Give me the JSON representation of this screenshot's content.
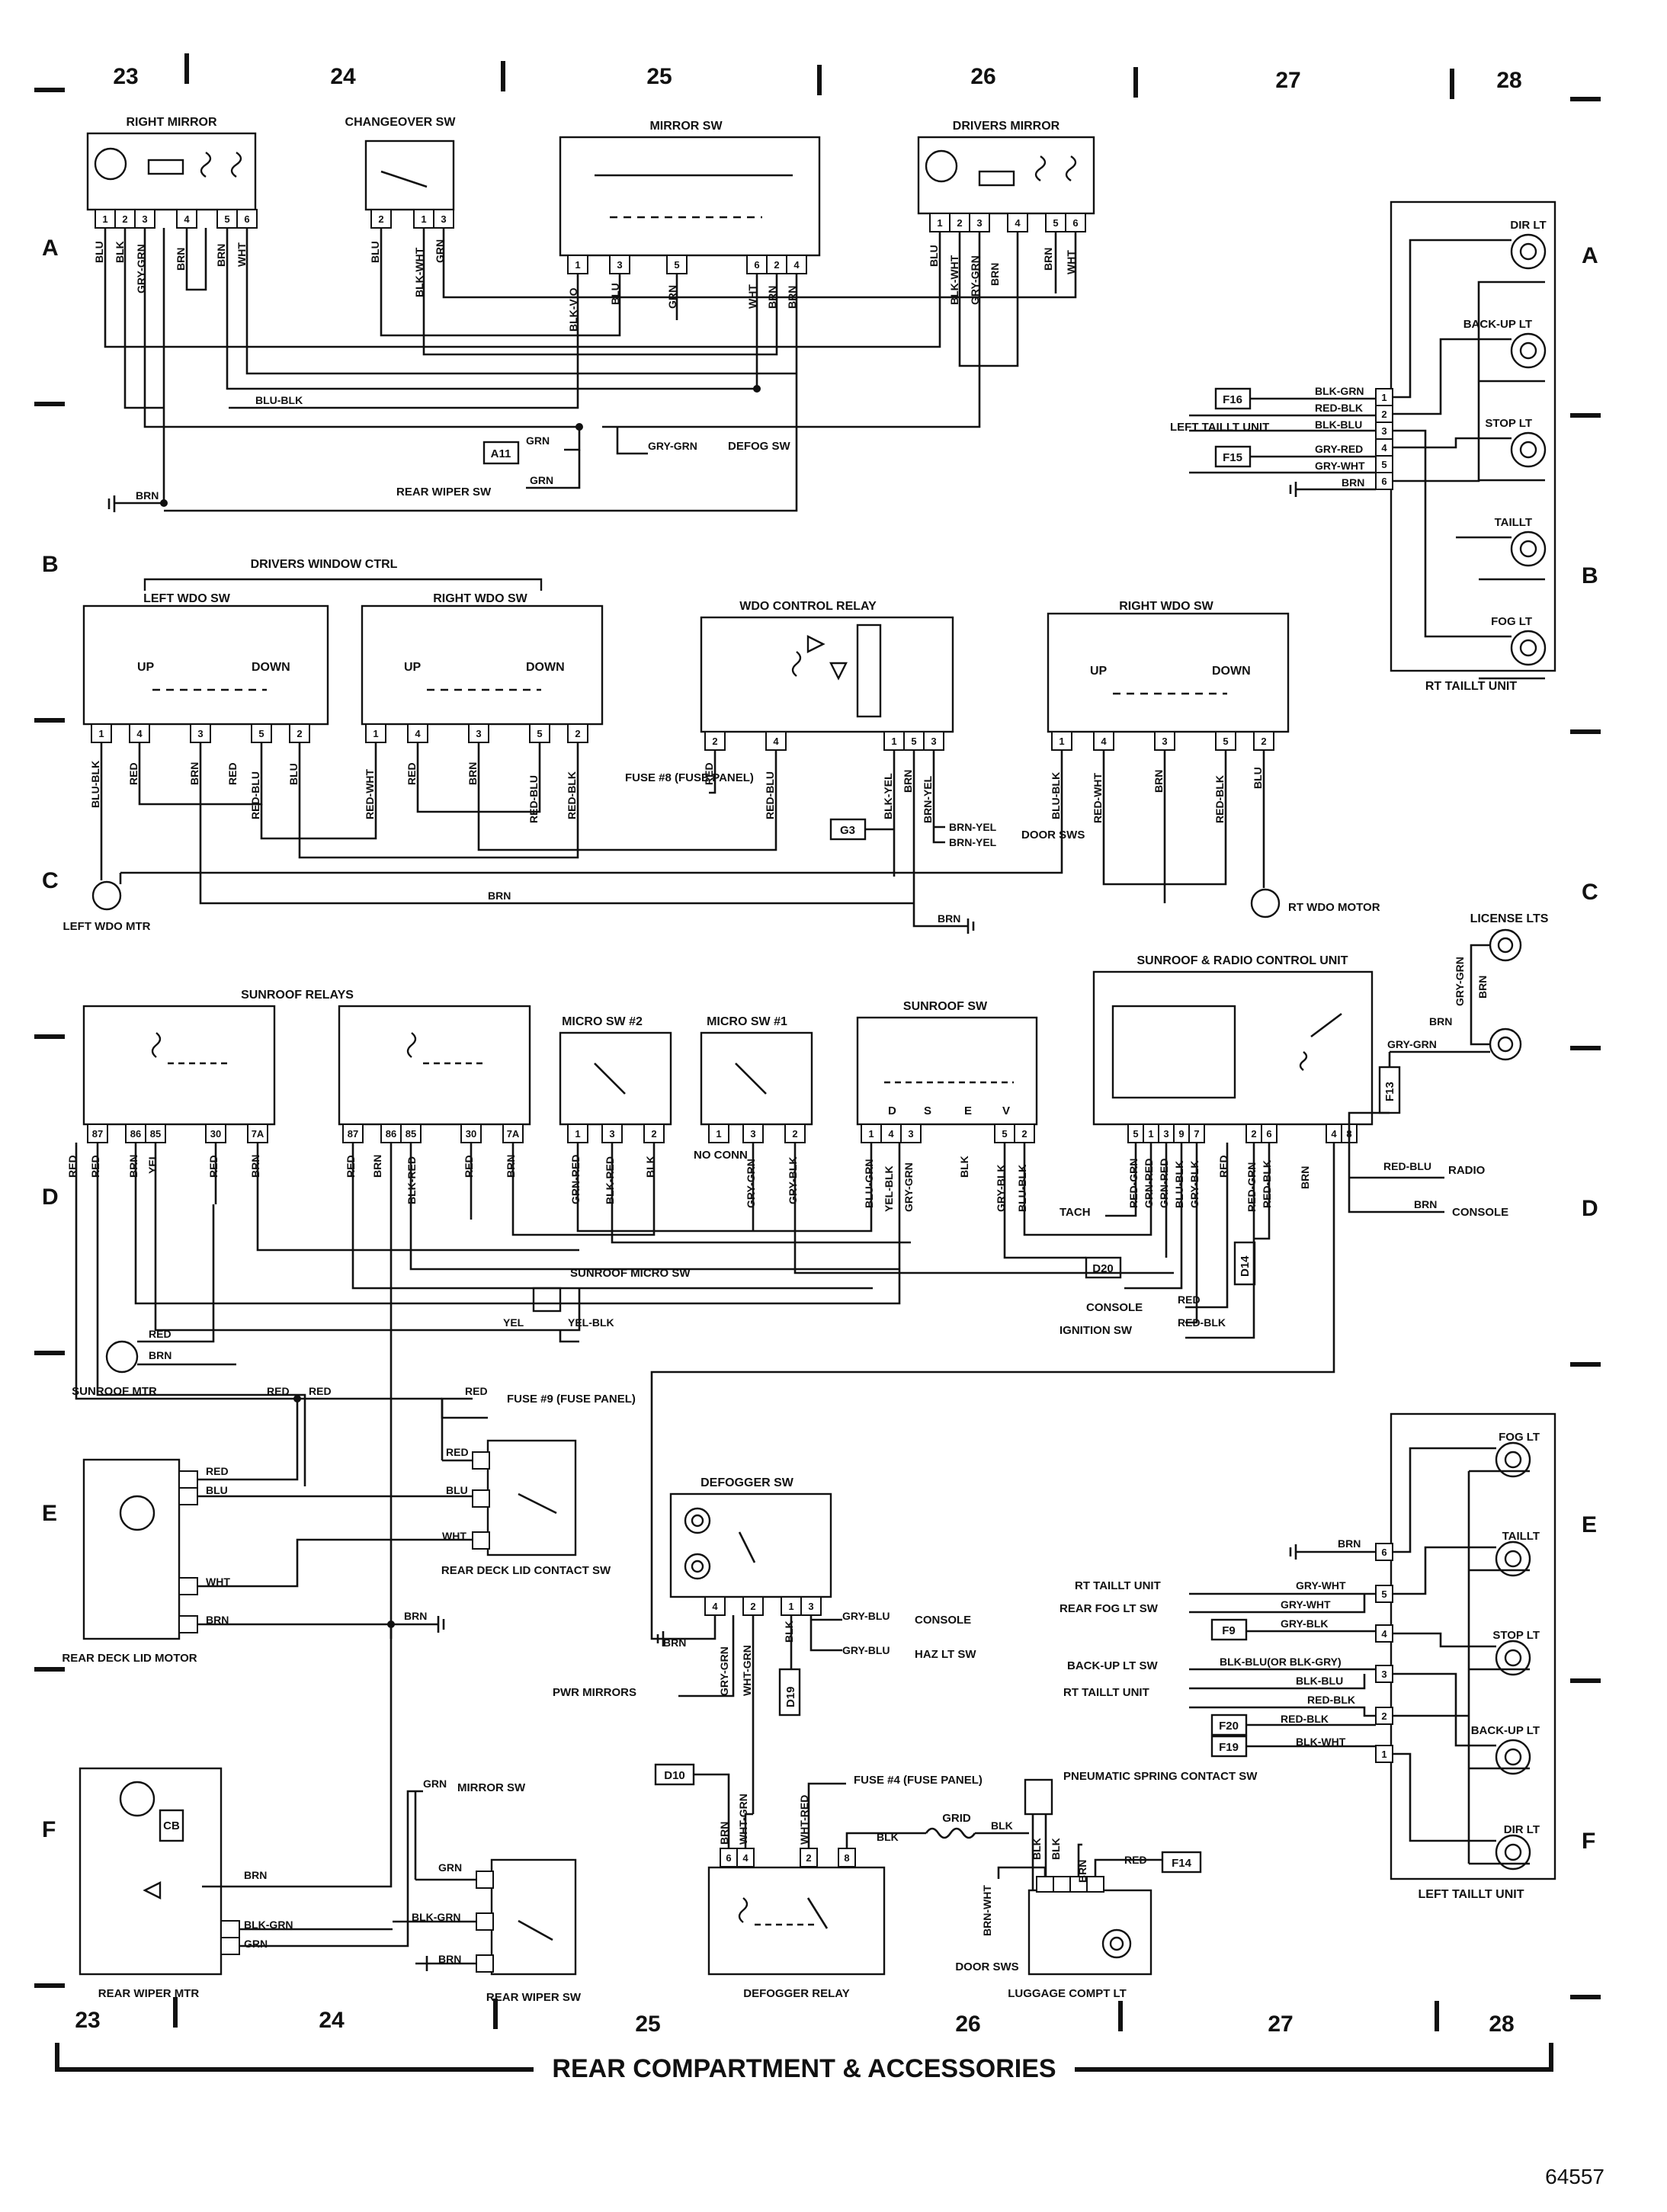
{
  "columns": [
    "23",
    "24",
    "25",
    "26",
    "27",
    "28"
  ],
  "rows": [
    "A",
    "B",
    "C",
    "D",
    "E",
    "F"
  ],
  "footer_title": "REAR COMPARTMENT & ACCESSORIES",
  "figure_code": "64557",
  "components": {
    "right_mirror": "RIGHT MIRROR",
    "changeover_sw": "CHANGEOVER SW",
    "mirror_sw": "MIRROR SW",
    "drivers_mirror": "DRIVERS MIRROR",
    "drivers_window_ctrl": "DRIVERS WINDOW CTRL",
    "left_wdo_sw": "LEFT WDO SW",
    "right_wdo_sw_ctrl": "RIGHT WDO SW",
    "wdo_control_relay": "WDO CONTROL RELAY",
    "right_wdo_sw": "RIGHT WDO SW",
    "left_wdo_mtr": "LEFT WDO MTR",
    "rt_wdo_motor": "RT WDO MOTOR",
    "rt_taillt_unit": "RT TAILLT UNIT",
    "left_taillt_unit_a": "LEFT TAILLT UNIT",
    "sunroof_relays": "SUNROOF RELAYS",
    "micro_sw_2": "MICRO SW #2",
    "micro_sw_1": "MICRO SW #1",
    "sunroof_sw": "SUNROOF SW",
    "sunroof_radio_ctrl": "SUNROOF & RADIO CONTROL UNIT",
    "license_lts": "LICENSE LTS",
    "sunroof_mtr": "SUNROOF MTR",
    "sunroof_micro_sw": "SUNROOF MICRO SW",
    "rear_deck_lid_motor": "REAR DECK LID MOTOR",
    "rear_deck_lid_contact_sw": "REAR DECK LID CONTACT SW",
    "defogger_sw": "DEFOGGER SW",
    "defogger_relay": "DEFOGGER RELAY",
    "grid": "GRID",
    "pneumatic_spring_contact_sw": "PNEUMATIC SPRING CONTACT SW",
    "luggage_compt_lt": "LUGGAGE COMPT LT",
    "rear_wiper_mtr": "REAR WIPER MTR",
    "rear_wiper_sw": "REAR WIPER SW",
    "left_taillt_unit_e": "LEFT TAILLT UNIT"
  },
  "lamps": {
    "rt": [
      "DIR LT",
      "BACK-UP LT",
      "STOP LT",
      "TAILLT",
      "FOG LT"
    ],
    "left": [
      "FOG LT",
      "TAILLT",
      "STOP LT",
      "BACK-UP LT",
      "DIR LT"
    ]
  },
  "references": {
    "f16": "F16",
    "f15": "F15",
    "a11": "A11",
    "g3": "G3",
    "f13": "F13",
    "d20": "D20",
    "d14": "D14",
    "d19": "D19",
    "d10": "D10",
    "f9": "F9",
    "f20": "F20",
    "f19": "F19",
    "f14": "F14"
  },
  "destinations": {
    "defog_sw": "DEFOG SW",
    "rear_wiper_sw": "REAR WIPER SW",
    "fuse_8": "FUSE #8 (FUSE PANEL)",
    "door_sws": "DOOR SWS",
    "radio": "RADIO",
    "console_d": "CONSOLE",
    "tach": "TACH",
    "console_d2": "CONSOLE",
    "ignition_sw": "IGNITION SW",
    "fuse_9": "FUSE #9 (FUSE PANEL)",
    "console_e": "CONSOLE",
    "haz_lt_sw": "HAZ LT SW",
    "pwr_mirrors": "PWR MIRRORS",
    "fuse_4": "FUSE #4 (FUSE PANEL)",
    "mirror_sw": "MIRROR SW",
    "door_sws_f": "DOOR SWS",
    "rt_taillt_unit": "RT TAILLT UNIT",
    "rear_fog_lt_sw": "REAR FOG LT SW",
    "back_up_lt_sw": "BACK-UP LT SW",
    "rt_taillt_unit_2": "RT TAILLT UNIT",
    "left_taillt_unit": "LEFT TAILLT UNIT",
    "no_conn": "NO CONN"
  },
  "switch_labels": {
    "up": "UP",
    "down": "DOWN"
  },
  "wire_colors": {
    "blu": "BLU",
    "blk": "BLK",
    "gry_grn": "GRY-GRN",
    "brn": "BRN",
    "wht": "WHT",
    "blk_wht": "BLK-WHT",
    "grn": "GRN",
    "blk_vio": "BLK-VIO",
    "blu_blk": "BLU-BLK",
    "blk_grn": "BLK-GRN",
    "red_blk": "RED-BLK",
    "blk_blu": "BLK-BLU",
    "gry_red": "GRY-RED",
    "gry_wht": "GRY-WHT",
    "red": "RED",
    "red_blu": "RED-BLU",
    "red_wht": "RED-WHT",
    "blk_yel": "BLK-YEL",
    "brn_yel": "BRN-YEL",
    "yel": "YEL",
    "grn_red": "GRN-RED",
    "blk_red": "BLK-RED",
    "gry_blk": "GRY-BLK",
    "blu_grn": "BLU-GRN",
    "yel_blk": "YEL-BLK",
    "blu_blk2": "BLU-BLK",
    "red_grn": "RED-GRN",
    "wht_grn": "WHT-GRN",
    "gry_blu": "GRY-BLU",
    "wht_red": "WHT-RED",
    "brn_wht": "BRN-WHT",
    "blk_blu_or": "BLK-BLU(OR BLK-GRY)"
  }
}
